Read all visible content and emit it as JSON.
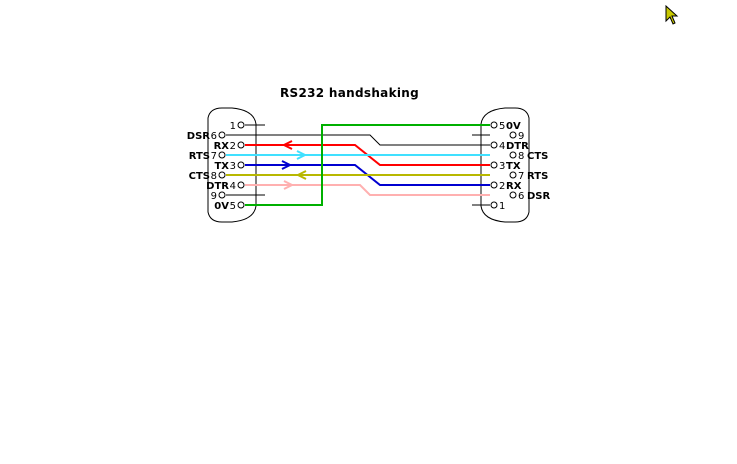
{
  "title": "RS232  handshaking",
  "left_connector": {
    "pins": [
      {
        "num": "1",
        "name": ""
      },
      {
        "num": "6",
        "name": "DSR"
      },
      {
        "num": "2",
        "name": "RX"
      },
      {
        "num": "7",
        "name": "RTS"
      },
      {
        "num": "3",
        "name": "TX"
      },
      {
        "num": "8",
        "name": "CTS"
      },
      {
        "num": "4",
        "name": "DTR"
      },
      {
        "num": "9",
        "name": ""
      },
      {
        "num": "5",
        "name": "0V"
      }
    ]
  },
  "right_connector": {
    "pins": [
      {
        "num": "5",
        "name": "0V"
      },
      {
        "num": "9",
        "name": ""
      },
      {
        "num": "4",
        "name": "DTR"
      },
      {
        "num": "8",
        "name": "CTS"
      },
      {
        "num": "3",
        "name": "TX"
      },
      {
        "num": "7",
        "name": "RTS"
      },
      {
        "num": "2",
        "name": "RX"
      },
      {
        "num": "6",
        "name": "DSR"
      },
      {
        "num": "1",
        "name": ""
      }
    ]
  },
  "colors": {
    "ground": "#00b000",
    "rx_tx": "#ff0000",
    "rts_cts": "#40e0ff",
    "tx_rx": "#0000d0",
    "cts_rts": "#b8b800",
    "dtr_dsr": "#ffb0b0",
    "dsr_dtr": "#000000"
  },
  "cursor_icon": "arrow-cursor-icon"
}
